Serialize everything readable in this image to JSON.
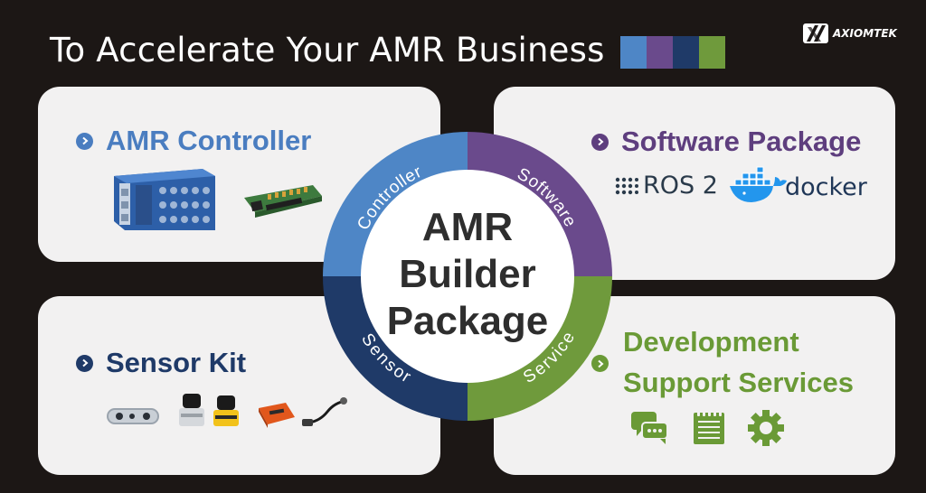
{
  "header": {
    "title": "To Accelerate Your AMR Business",
    "swatch_colors": [
      "#4e86c6",
      "#6a4a8c",
      "#1f3a68",
      "#6f9a3c"
    ],
    "logo_text": "AXIOMTEK"
  },
  "panels": {
    "controller": {
      "heading": "AMR Controller",
      "color": "#4a7dc0",
      "images": [
        "controller-box-image",
        "controller-board-image"
      ]
    },
    "software": {
      "heading": "Software Package",
      "color": "#5e3e7e",
      "ros_label": "ROS 2",
      "docker_label": "docker"
    },
    "sensor": {
      "heading": "Sensor Kit",
      "color": "#1f3a68",
      "images": [
        "depth-camera-image",
        "lidar-image",
        "lidar-yellow-image",
        "imu-image",
        "cable-image"
      ]
    },
    "services": {
      "heading_line1": "Development",
      "heading_line2": "Support Services",
      "color": "#6a9a36",
      "icons": [
        "chat-icon",
        "notepad-icon",
        "gear-icon"
      ]
    }
  },
  "center": {
    "line1": "AMR",
    "line2": "Builder",
    "line3": "Package",
    "segments": {
      "controller": "Controller",
      "software": "Software",
      "sensor": "Sensor",
      "service": "Service"
    },
    "colors": {
      "controller": "#4e86c6",
      "software": "#6a4a8c",
      "sensor": "#1f3a68",
      "service": "#6f9a3c"
    }
  }
}
